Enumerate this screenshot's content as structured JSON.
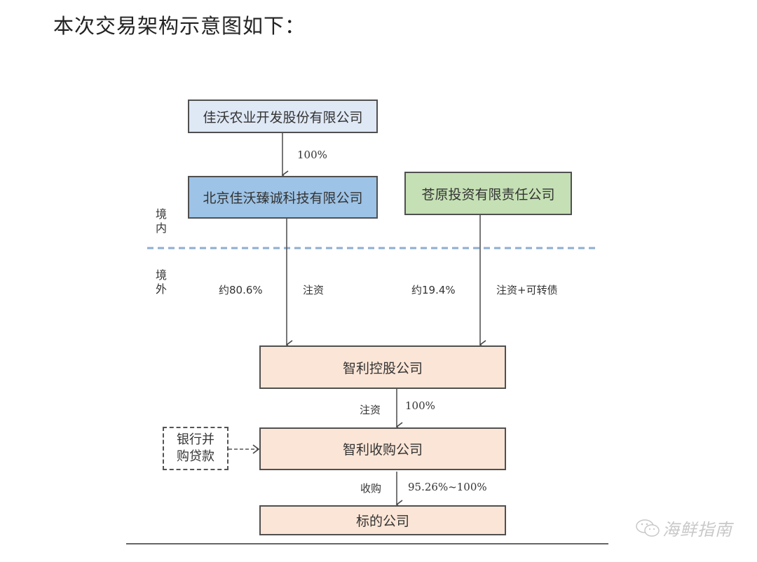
{
  "heading": "本次交易架构示意图如下：",
  "regions": {
    "domestic": [
      "境",
      "内"
    ],
    "overseas": [
      "境",
      "外"
    ]
  },
  "entities": {
    "parent": "佳沃农业开发股份有限公司",
    "beijing_sub": "北京佳沃臻诚科技有限公司",
    "cangyuan": "苍原投资有限责任公司",
    "holding": "智利控股公司",
    "acquisition": "智利收购公司",
    "target": "标的公司",
    "bank_loan": [
      "银行并",
      "购贷款"
    ]
  },
  "edges": {
    "parent_to_beijing": "100%",
    "beijing_to_holding_share": "约80.6%",
    "beijing_to_holding_type": "注资",
    "cangyuan_to_holding_share": "约19.4%",
    "cangyuan_to_holding_type": "注资+可转债",
    "holding_to_acq_type": "注资",
    "holding_to_acq_share": "100%",
    "acq_to_target_type": "收购",
    "acq_to_target_share": "95.26%~100%"
  },
  "colors": {
    "parent": "#dfe8f5",
    "beijing_sub": "#9dc3e6",
    "cangyuan": "#c5e0b4",
    "chile": "#fbe5d6",
    "border_dashed": "#8eaed0"
  },
  "watermark": {
    "icon": "wechat-icon",
    "text": "海鲜指南"
  }
}
